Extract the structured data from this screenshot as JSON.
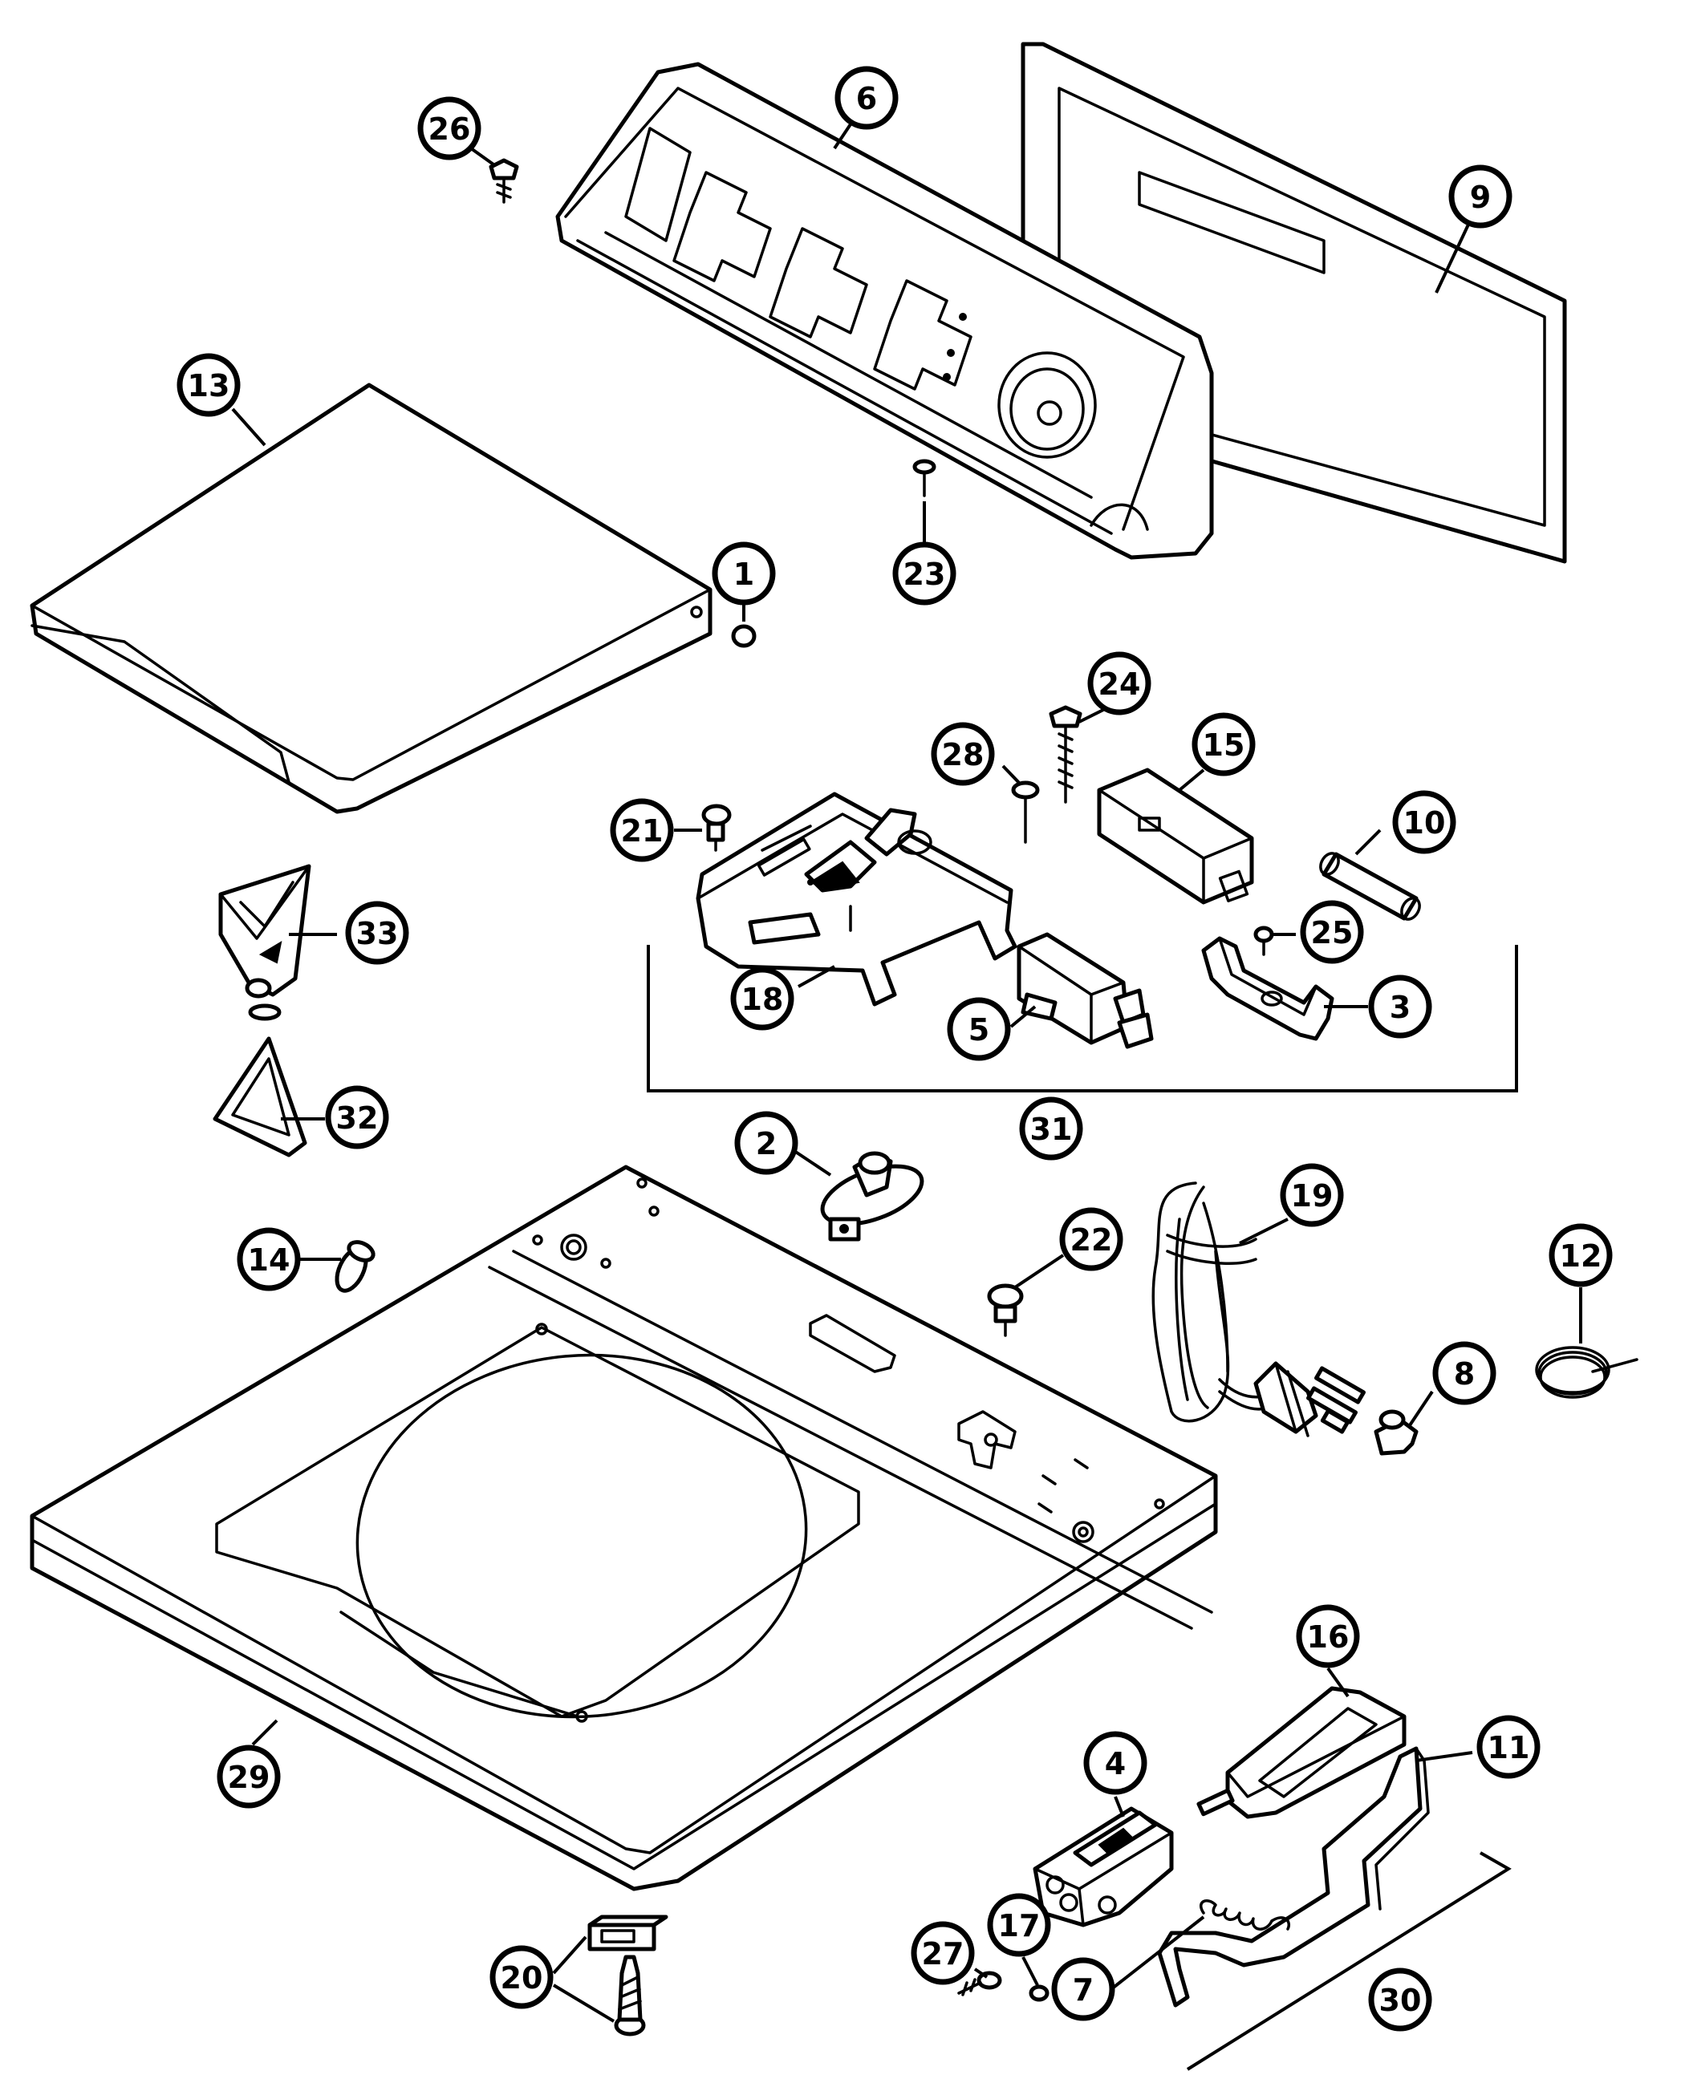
{
  "colors": {
    "line": "#000000",
    "paper": "#ffffff"
  },
  "callouts": [
    {
      "id": "1",
      "label": "1",
      "part": "lid-bumper"
    },
    {
      "id": "2",
      "label": "2",
      "part": "lid-latch-strike"
    },
    {
      "id": "3",
      "label": "3",
      "part": "switch-bracket"
    },
    {
      "id": "4",
      "label": "4",
      "part": "lid-hinge-bracket"
    },
    {
      "id": "5",
      "label": "5",
      "part": "lid-switch"
    },
    {
      "id": "6",
      "label": "6",
      "part": "control-console"
    },
    {
      "id": "7",
      "label": "7",
      "part": "spring"
    },
    {
      "id": "8",
      "label": "8",
      "part": "strain-relief"
    },
    {
      "id": "9",
      "label": "9",
      "part": "console-graphic-panel"
    },
    {
      "id": "10",
      "label": "10",
      "part": "fuse"
    },
    {
      "id": "11",
      "label": "11",
      "part": "hinge-rod"
    },
    {
      "id": "12",
      "label": "12",
      "part": "wire-ring"
    },
    {
      "id": "13",
      "label": "13",
      "part": "washer-lid"
    },
    {
      "id": "14",
      "label": "14",
      "part": "plug-button"
    },
    {
      "id": "15",
      "label": "15",
      "part": "switch-actuator-block"
    },
    {
      "id": "16",
      "label": "16",
      "part": "hinge-cover"
    },
    {
      "id": "17",
      "label": "17",
      "part": "washer"
    },
    {
      "id": "18",
      "label": "18",
      "part": "switch-mounting-bracket"
    },
    {
      "id": "19",
      "label": "19",
      "part": "power-cord"
    },
    {
      "id": "20",
      "label": "20",
      "part": "clip-and-screw"
    },
    {
      "id": "21",
      "label": "21",
      "part": "screw"
    },
    {
      "id": "22",
      "label": "22",
      "part": "screw"
    },
    {
      "id": "23",
      "label": "23",
      "part": "screw"
    },
    {
      "id": "24",
      "label": "24",
      "part": "screw"
    },
    {
      "id": "25",
      "label": "25",
      "part": "screw"
    },
    {
      "id": "26",
      "label": "26",
      "part": "screw"
    },
    {
      "id": "27",
      "label": "27",
      "part": "screw"
    },
    {
      "id": "28",
      "label": "28",
      "part": "screw"
    },
    {
      "id": "29",
      "label": "29",
      "part": "top-cover"
    },
    {
      "id": "30",
      "label": "30",
      "part": "hinge-assembly-group"
    },
    {
      "id": "31",
      "label": "31",
      "part": "lid-switch-assembly-group"
    },
    {
      "id": "32",
      "label": "32",
      "part": "dispenser-ring"
    },
    {
      "id": "33",
      "label": "33",
      "part": "dispenser-cup"
    }
  ]
}
